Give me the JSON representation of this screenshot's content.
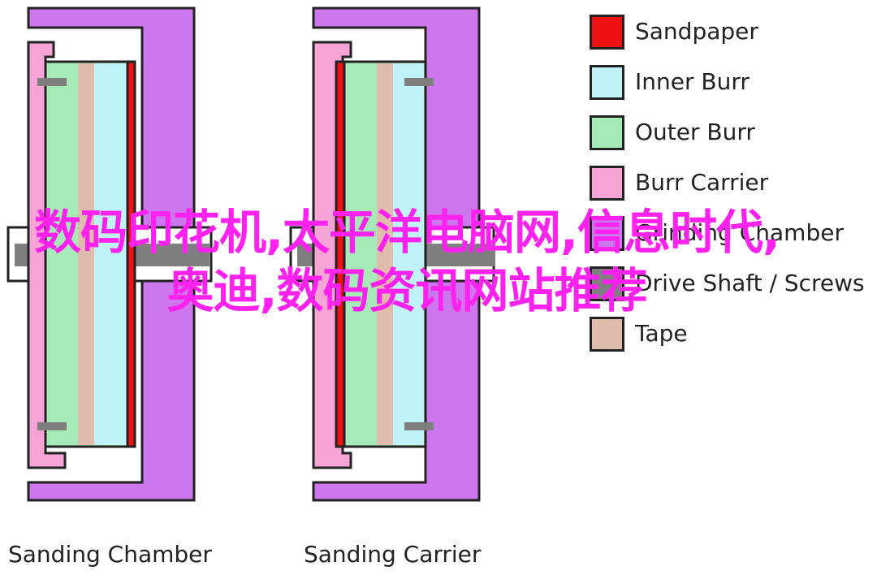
{
  "legend": [
    {
      "label": "Sandpaper",
      "color": "#ee1111",
      "icon": "swatch-sandpaper"
    },
    {
      "label": "Inner Burr",
      "color": "#bff3f7",
      "icon": "swatch-inner-burr"
    },
    {
      "label": "Outer Burr",
      "color": "#a6eab8",
      "icon": "swatch-outer-burr"
    },
    {
      "label": "Burr Carrier",
      "color": "#f6a3d6",
      "icon": "swatch-burr-carrier"
    },
    {
      "label": "Grinding Chamber",
      "color": "#cd77ee",
      "icon": "swatch-grinding-chamber"
    },
    {
      "label": "Drive Shaft / Screws",
      "color": "#7f7f7f",
      "icon": "swatch-drive-shaft"
    },
    {
      "label": "Tape",
      "color": "#dfbcac",
      "icon": "swatch-tape"
    }
  ],
  "captions": {
    "left": "Sanding Chamber",
    "right": "Sanding Carrier"
  },
  "watermark": "数码印花机,太平洋电脑网,信息时代,奥迪,数码资讯网站推荐"
}
